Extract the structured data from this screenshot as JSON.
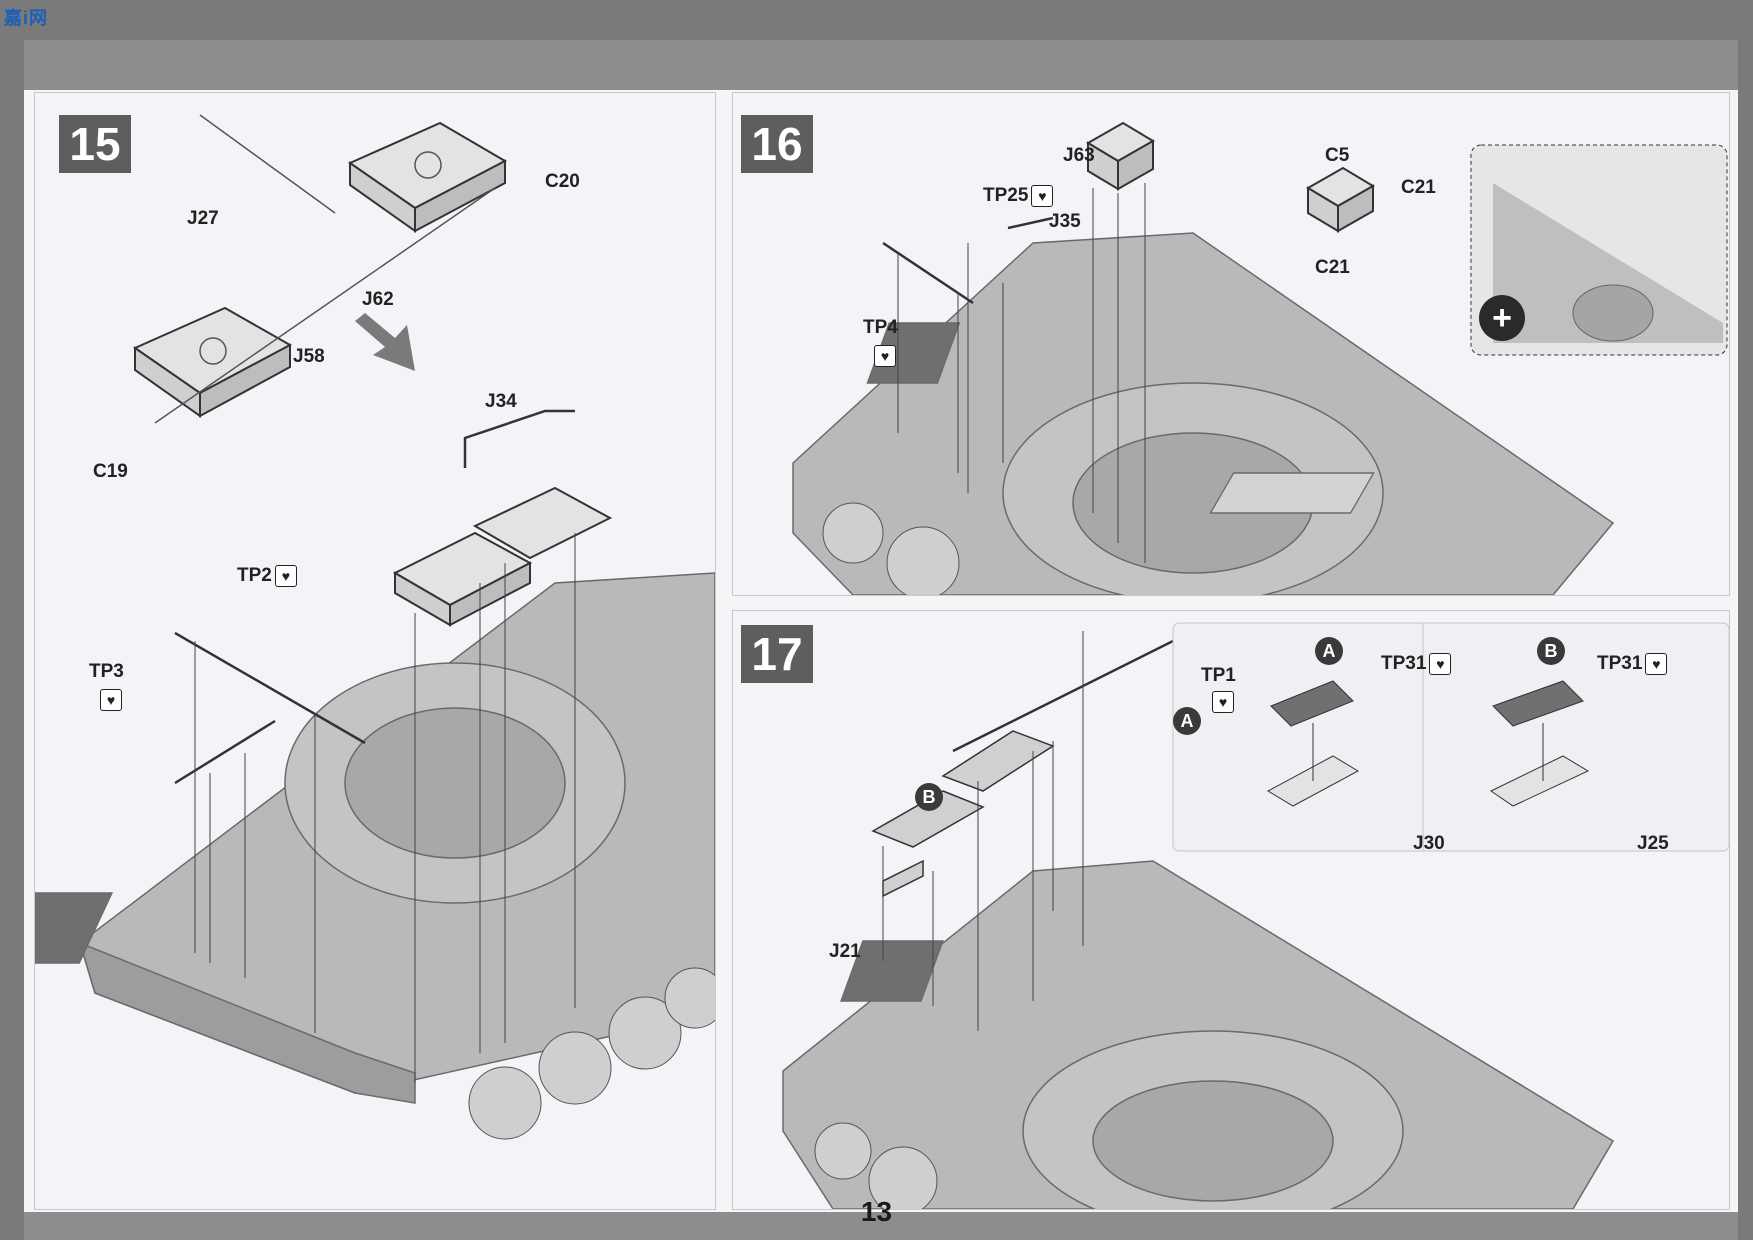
{
  "page": {
    "number": "13"
  },
  "logo": {
    "text": "嘉i网"
  },
  "step15": {
    "number": "15",
    "labels": {
      "c20": "C20",
      "j27": "J27",
      "j62": "J62",
      "j58": "J58",
      "c19": "C19",
      "j34": "J34",
      "tp2": "TP2",
      "tp3": "TP3"
    }
  },
  "step16": {
    "number": "16",
    "labels": {
      "j63": "J63",
      "tp25": "TP25",
      "j35": "J35",
      "c5": "C5",
      "c21a": "C21",
      "c21b": "C21",
      "tp4": "TP4"
    }
  },
  "step17": {
    "number": "17",
    "labels": {
      "tp1": "TP1",
      "j21": "J21",
      "a": "A",
      "b": "B"
    },
    "variant_a": {
      "letter": "A",
      "tp": "TP31",
      "part": "J30"
    },
    "variant_b": {
      "letter": "B",
      "tp": "TP31",
      "part": "J25"
    }
  },
  "icons": {
    "heart": "broken-heart-icon",
    "magnify": "magnify-plus-icon",
    "arrow": "direction-arrow-icon"
  },
  "colors": {
    "panel": "#f2f4f7",
    "step_badge": "#5e5e5e",
    "drawing": "#a9a9a9",
    "band": "#8d8d8d"
  }
}
